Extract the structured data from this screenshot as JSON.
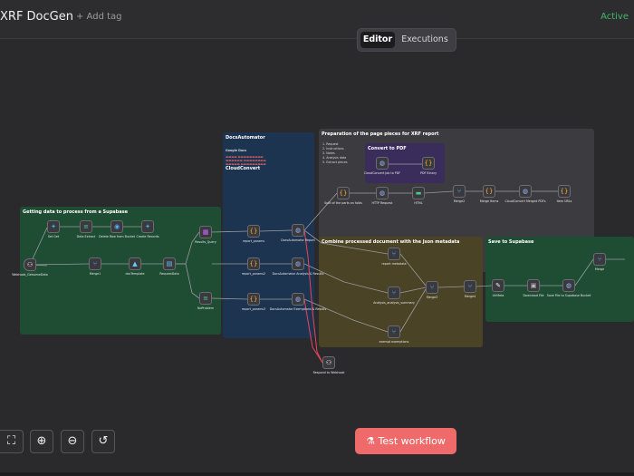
{
  "header": {
    "title": "XRF DocGen",
    "add_tag": "+ Add tag",
    "status": "Active"
  },
  "view_toggle": {
    "editor": "Editor",
    "executions": "Executions"
  },
  "groups": {
    "getting_data": "Getting data to process from a Supabase",
    "docs_automator": "DocsAutomator",
    "preparation": "Preparation of the page pieces for XRF report",
    "convert_pdf": "Convert to PDF",
    "combine": "Combine processed document with the Json metadata",
    "save_supabase": "Save to Supabase"
  },
  "docs_panel": {
    "google_docs": "Google Docs",
    "cloudconvert": "CloudConvert"
  },
  "prep_notes": [
    "1. Request",
    "2. Instructions",
    "3. Notes",
    "4. Analysis data",
    "5. Extract pieces"
  ],
  "nodes": {
    "webhook": "Webhook_GetsomeData",
    "set_get": "Set Get",
    "data_extract": "Data Extract",
    "delete_table": "Delete Row from Bucket",
    "create_records": "Create Records",
    "merge1": "Merge1",
    "docs_template": "docTemplate",
    "request_data": "RequestData",
    "results_query": "Results_Query",
    "no_problem": "NoProblem",
    "report_params1": "report_params",
    "report_params2": "report_params2",
    "report_params3": "report_params3",
    "docsautomator_report": "DocsAutomator Report",
    "docsautomator_analysis": "DocsAutomator Analysis & Results",
    "docsautomator_exemptions": "DocsAutomator Exemptions & Results",
    "split_pieces": "Split of the parts on folds",
    "http_request": "HTTP Request",
    "html": "HTML",
    "cloudconvert_job": "CloudConvert Job to PDF",
    "pdf_binary": "PDF Binary",
    "merge2": "Merge2",
    "merge_items": "Merge Items",
    "cloudconvert_merge": "CloudConvert Merged PDFs",
    "item_urls": "Item URLs",
    "report_metadata": "report metadata",
    "analysis_results": "Analysis_analysis_summary",
    "merge3": "Merge3",
    "merge4": "Merge4",
    "exempt_exemptions": "exempt exemptions",
    "urlmeta": "UrlMeta",
    "download_file": "Download File",
    "save_file": "Save File to Supabase Bucket",
    "merge5": "Merge",
    "respond_webhook": "Respond to Webhook"
  },
  "test_button": "Test workflow",
  "colors": {
    "accent": "#ef6b6b",
    "active": "#3fb969",
    "green_group": "#1e4d33",
    "blue_group": "#1d3451",
    "gray_group": "#3c3c40",
    "yellow_group": "#4a4326",
    "purple_group": "#3a2d5c"
  }
}
